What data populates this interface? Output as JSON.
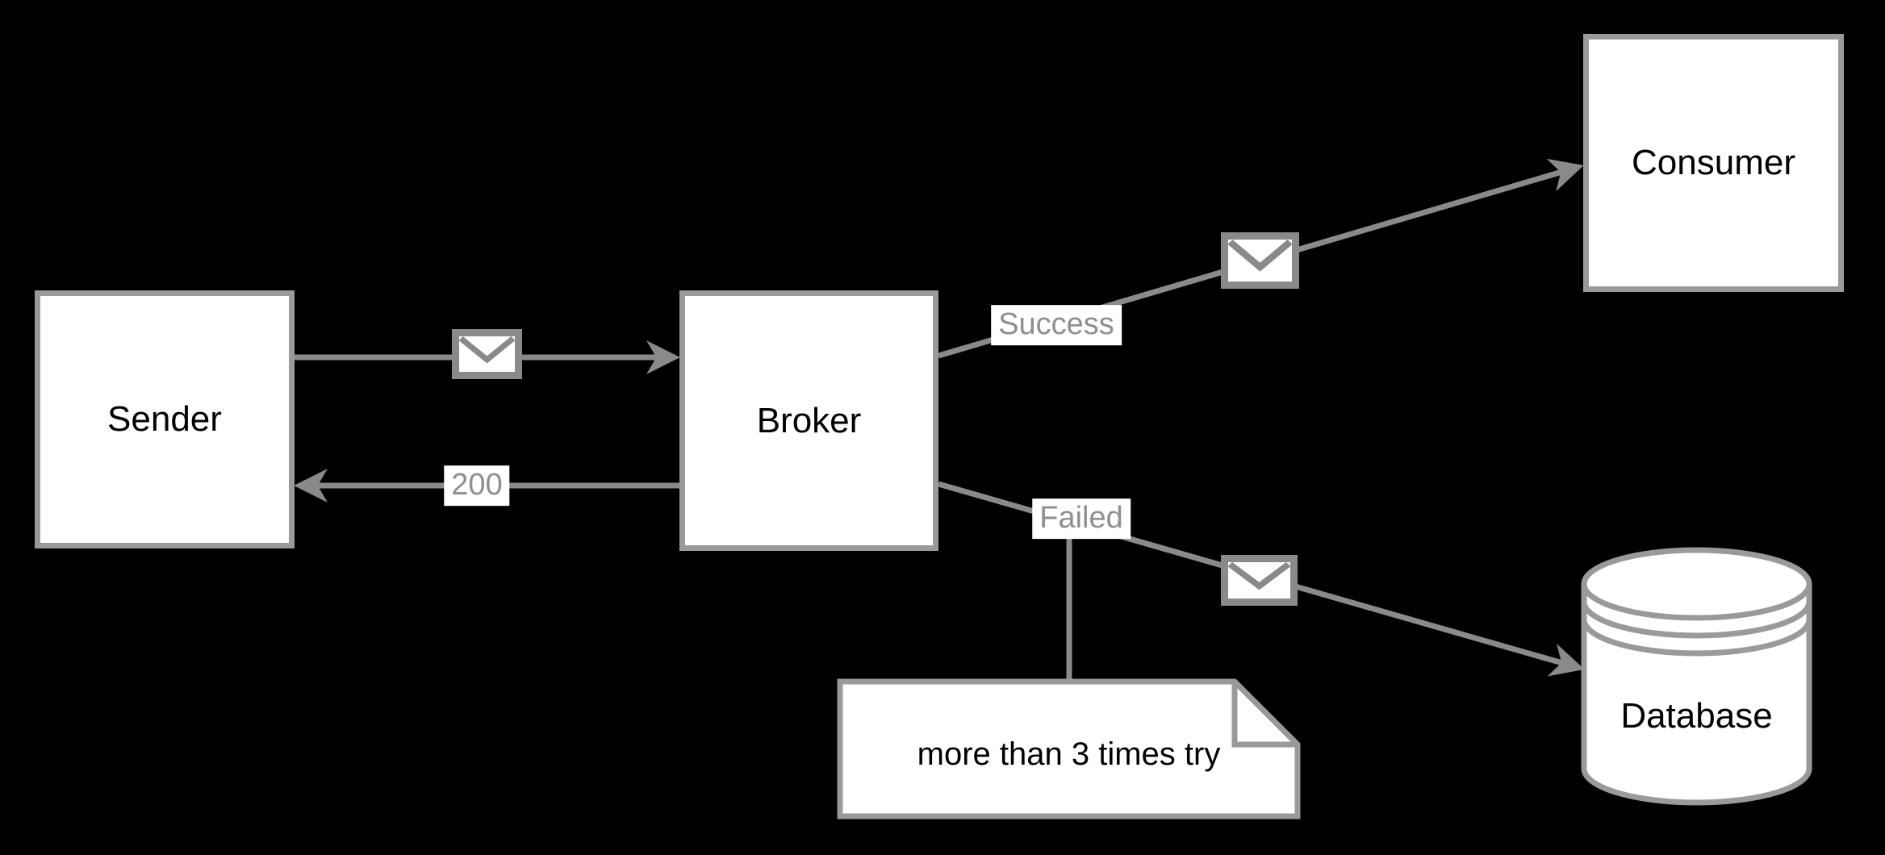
{
  "diagram": {
    "background": "#000000",
    "nodes": {
      "sender": {
        "label": "Sender"
      },
      "broker": {
        "label": "Broker"
      },
      "consumer": {
        "label": "Consumer"
      },
      "database": {
        "label": "Database"
      }
    },
    "edges": {
      "send": {
        "from": "Sender",
        "to": "Broker",
        "label": ""
      },
      "ack": {
        "from": "Broker",
        "to": "Sender",
        "label": "200"
      },
      "success": {
        "from": "Broker",
        "to": "Consumer",
        "label": "Success"
      },
      "failed": {
        "from": "Broker",
        "to": "Database",
        "label": "Failed"
      }
    },
    "note": {
      "text": "more than 3 times try"
    },
    "icons": {
      "message": "envelope-icon"
    },
    "colors": {
      "background": "#000000",
      "node_fill": "#ffffff",
      "node_border": "#9a9a9a",
      "node_text": "#000000",
      "edge_stroke": "#8a8a8a",
      "edge_label_text": "#8f8f8f",
      "edge_label_bg": "#ffffff"
    }
  }
}
